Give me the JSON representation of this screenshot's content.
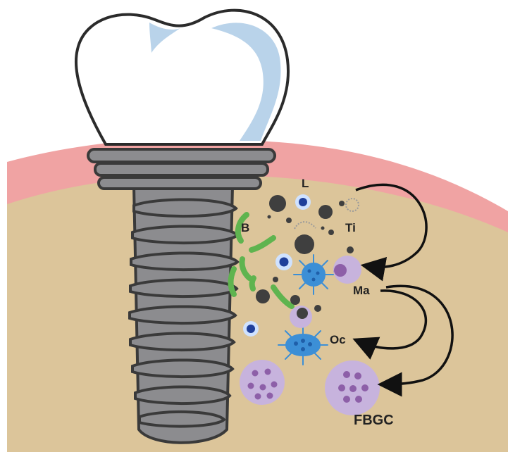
{
  "labels": {
    "lymphocyte": "L",
    "bacteria": "B",
    "titanium_particles": "Ti",
    "macrophage": "Ma",
    "osteoclast": "Oc",
    "foreign_body_giant_cell": "FBGC"
  },
  "colors": {
    "gum": "#f0a3a3",
    "bone": "#dcc59a",
    "implant_fill": "#8c8c8f",
    "implant_stroke": "#3a3a3a",
    "crown_fill": "#ffffff",
    "crown_shade": "#b9d3ea",
    "particle": "#3f3f3f",
    "lymphocyte_nucleus": "#1f3f9a",
    "lymphocyte_ring": "#cfe2ff",
    "bacteria": "#5fb44f",
    "virus": "#3c8fd6",
    "macrophage": "#c7b3dd",
    "macrophage_nucleus": "#8d5fa8",
    "arrow": "#111111"
  }
}
